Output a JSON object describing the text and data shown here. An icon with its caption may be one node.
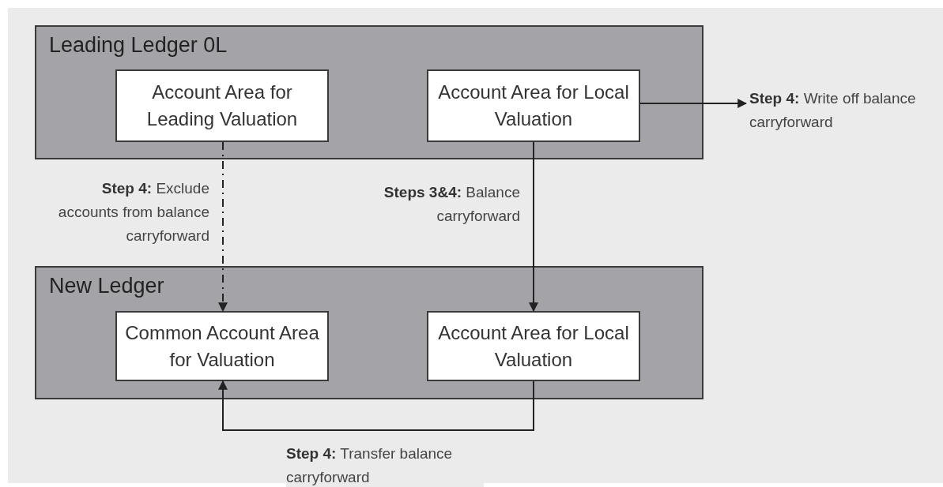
{
  "diagram": {
    "nodes": [
      {
        "text": [
          "Leading Ledger 0L"
        ]
      },
      {
        "text": [
          "Account Area for Leading Valuation"
        ],
        "in": 0
      },
      {
        "text": [
          "Account Area for Local Valuation"
        ],
        "in": 0
      },
      {
        "text": [
          "New Ledger"
        ]
      },
      {
        "text": [
          "Common Account Area for Valuation"
        ],
        "in": 3
      },
      {
        "text": [
          "Account Area for Local Valuation"
        ],
        "in": 3
      }
    ],
    "edges": [
      {
        "from": 1,
        "to": 4,
        "arrow": "to",
        "style": "dashed",
        "label": "**Step 4:** Exclude accounts from balance carryforward"
      },
      {
        "from": 2,
        "to": 5,
        "arrow": "to",
        "label": "**Steps 3&4:** Balance carryforward"
      },
      {
        "from": 2,
        "to": null,
        "arrow": "to",
        "label": "**Step 4:** Write off balance carryforward"
      },
      {
        "from": 5,
        "to": 4,
        "arrow": "to",
        "label": "**Step 4:** Transfer balance carryforward"
      }
    ]
  }
}
